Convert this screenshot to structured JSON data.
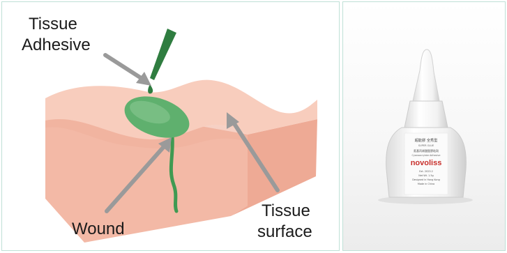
{
  "labels": {
    "adhesive_line1": "Tissue",
    "adhesive_line2": "Adhesive",
    "wound": "Wound",
    "surface_line1": "Tissue",
    "surface_line2": "surface"
  },
  "product": {
    "label_line1": "超能膠 全秀型",
    "label_line2": "SUPER GLUE",
    "label_line3": "氰基丙烯酸酯膠粘劑",
    "label_line4": "Cyanoacrylate Adhesive",
    "brand": "novoliss",
    "spec_line1": "Ext. 2023.2",
    "spec_line2": "Net Wt. 1.5g",
    "spec_line3": "Designed in Hong Kong",
    "spec_line4": "Made in China"
  },
  "colors": {
    "tissue": "#f6c3b2",
    "tissue_edge": "#eda894",
    "adhesive": "#3f9a52",
    "adhesive_dark": "#2a6e3a",
    "arrow": "#9a9a9a",
    "brand": "#c8302c",
    "border": "#bfe0d6"
  }
}
